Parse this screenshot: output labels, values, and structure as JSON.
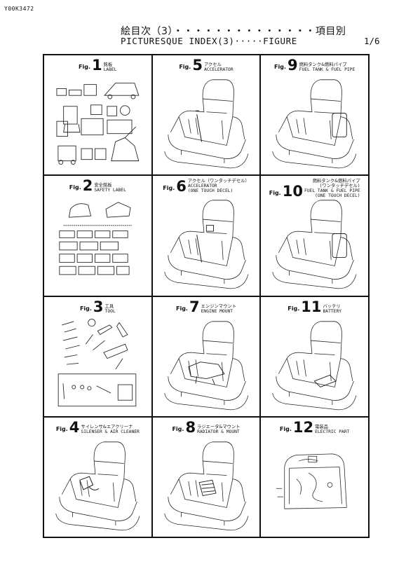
{
  "doc_code": "Y00K3472",
  "title_jp": "絵目次（3）・・・・・・・・・・・・・・項目別",
  "title_en": "PICTURESQUE INDEX(3)·····FIGURE",
  "page_number": "1/6",
  "fig_prefix": "Fig.",
  "figures": [
    {
      "no": "1",
      "jp": "銘板",
      "en": [
        "LABEL"
      ]
    },
    {
      "no": "5",
      "jp": "アクセル",
      "en": [
        "ACCELERATOR"
      ]
    },
    {
      "no": "9",
      "jp": "燃料タンク&燃料パイプ",
      "en": [
        "FUEL TANK & FUEL PIPE"
      ]
    },
    {
      "no": "2",
      "jp": "安全銘板",
      "en": [
        "SAFETY LABEL"
      ]
    },
    {
      "no": "6",
      "jp": "アクセル（ワンタッチデセル）",
      "en": [
        "ACCELERATOR",
        "(ONE TOUCH DECEL)"
      ]
    },
    {
      "no": "10",
      "jp": "燃料タンク&燃料パイプ",
      "en": [
        "(ワンタッチデセル)",
        "FUEL TANK & FUEL PIPE",
        "(ONE TOUCH DECEL)"
      ]
    },
    {
      "no": "3",
      "jp": "工具",
      "en": [
        "TOOL"
      ]
    },
    {
      "no": "7",
      "jp": "エンジンマウント",
      "en": [
        "ENGINE MOUNT"
      ]
    },
    {
      "no": "11",
      "jp": "バッテリ",
      "en": [
        "BATTERY"
      ]
    },
    {
      "no": "4",
      "jp": "サイレンサ&エアクリーナ",
      "en": [
        "SILENSER & AIR CLEANER"
      ]
    },
    {
      "no": "8",
      "jp": "ラジエータ&マウント",
      "en": [
        "RADIATOR & MOUNT"
      ]
    },
    {
      "no": "12",
      "jp": "電装品",
      "en": [
        "ELECTRIC PART"
      ]
    }
  ]
}
